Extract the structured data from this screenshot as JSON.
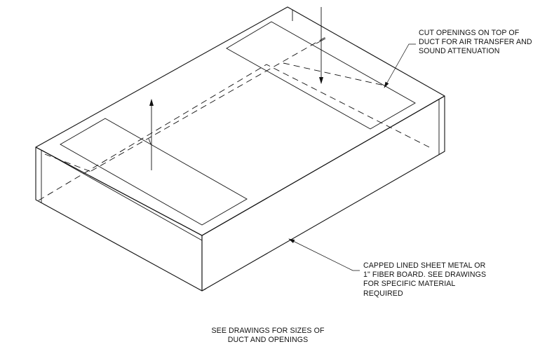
{
  "notes": {
    "cut_openings": "CUT OPENINGS ON TOP OF\nDUCT FOR AIR TRANSFER AND\nSOUND ATTENUATION",
    "material": "CAPPED LINED SHEET METAL OR\n1\" FIBER BOARD. SEE DRAWINGS\nFOR SPECIFIC MATERIAL\nREQUIRED",
    "sizes": "SEE DRAWINGS FOR SIZES OF\nDUCT AND OPENINGS"
  }
}
